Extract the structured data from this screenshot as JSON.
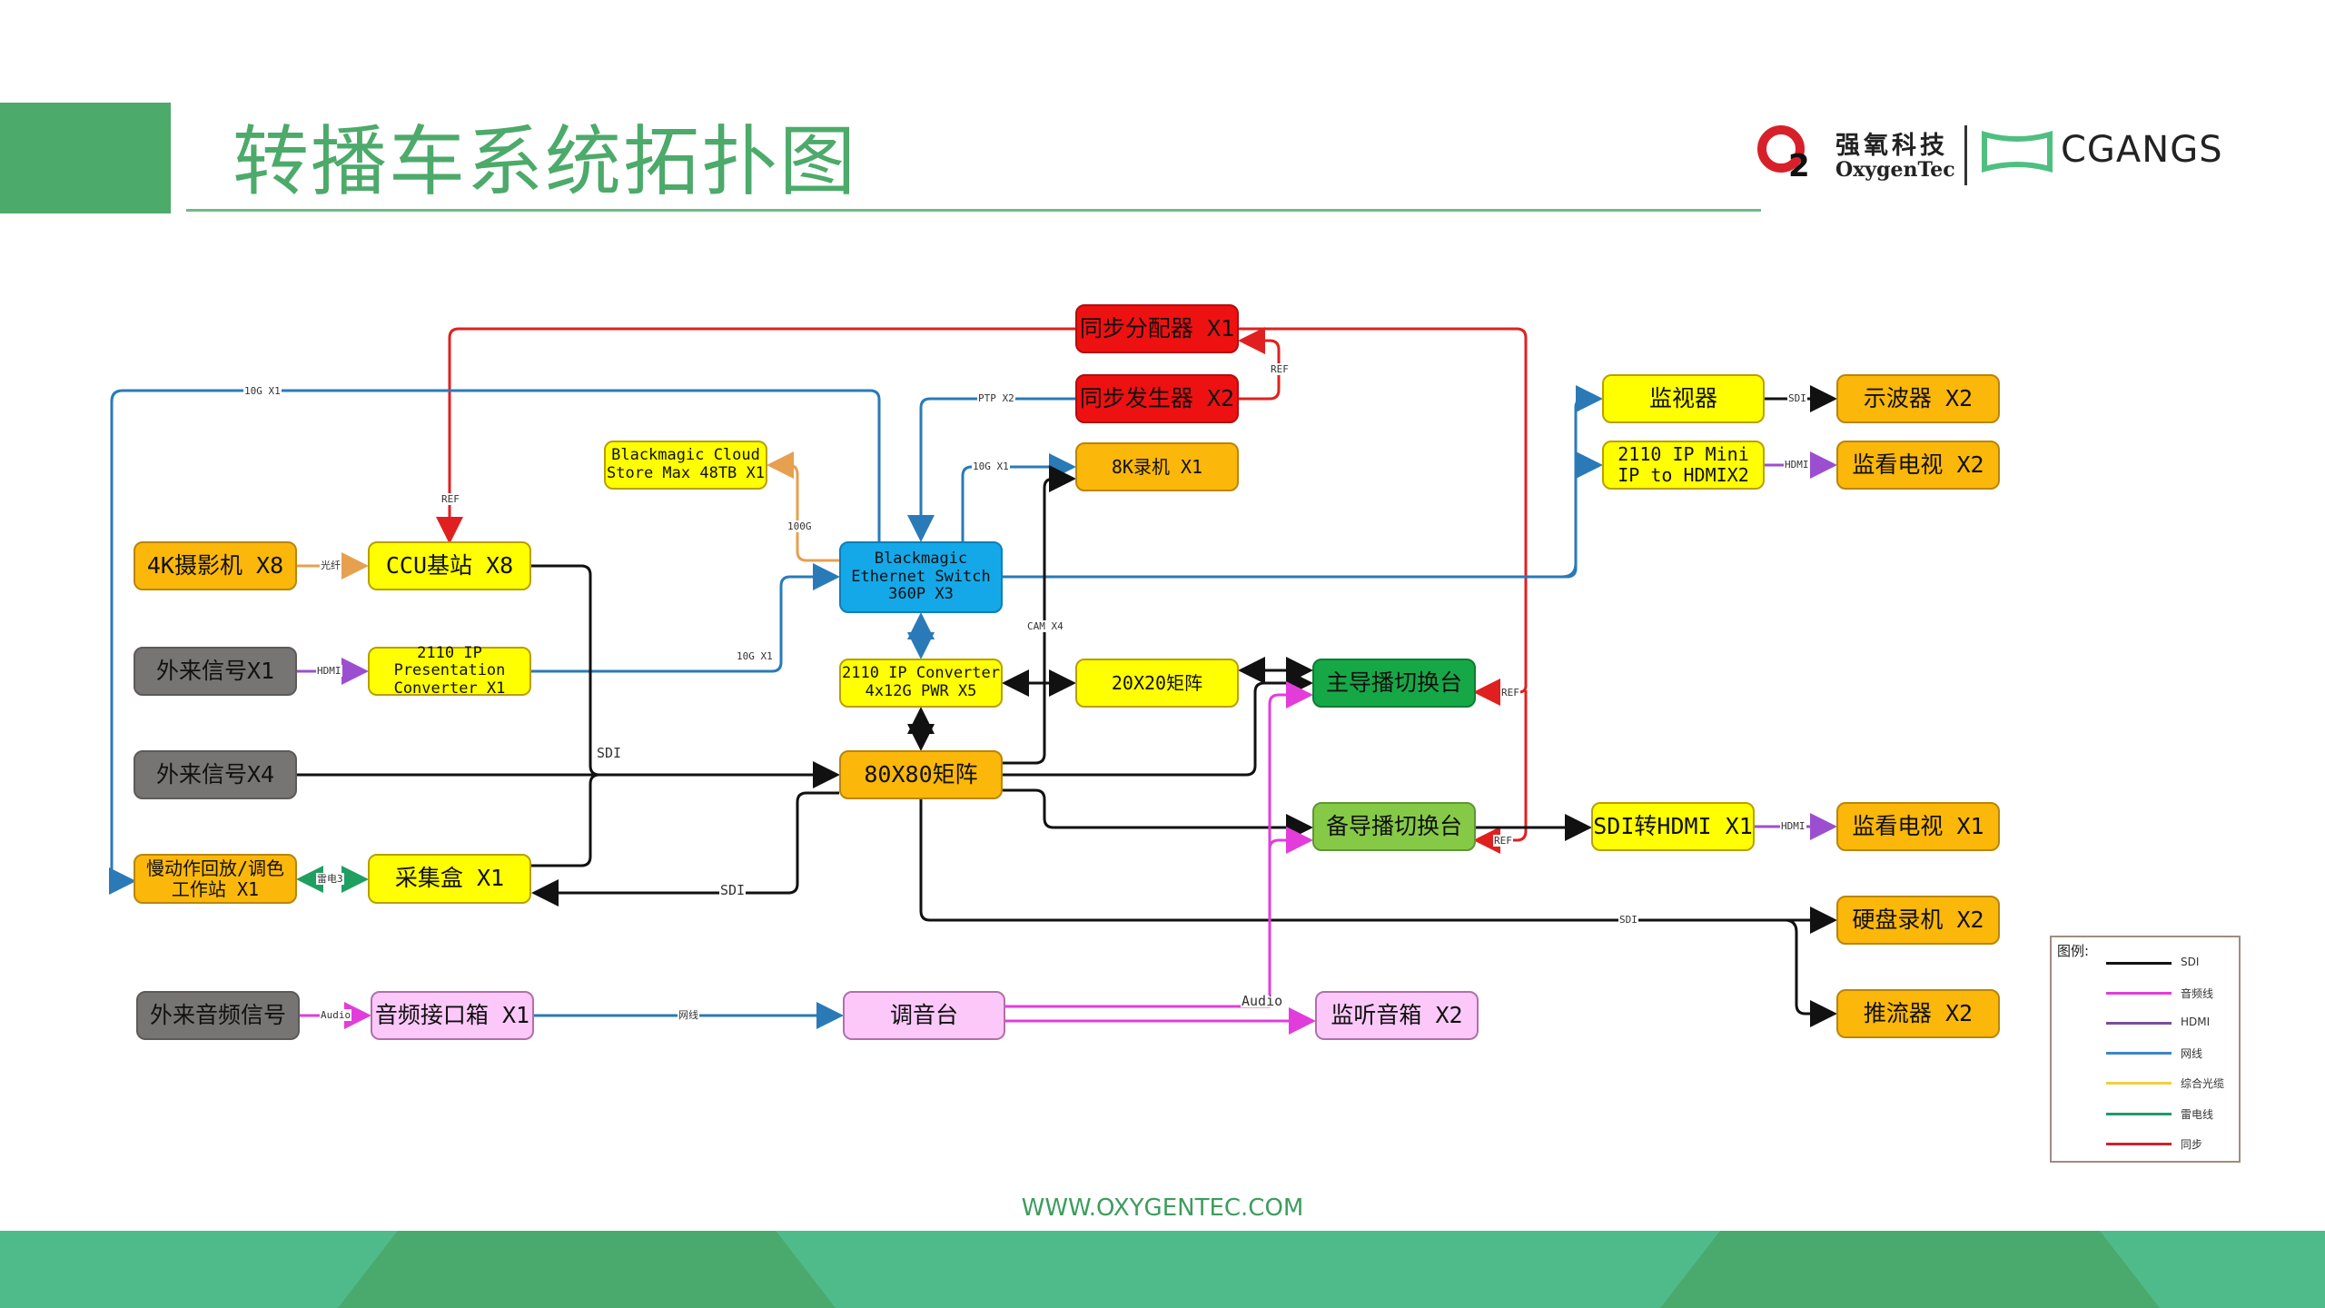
{
  "header": {
    "title": "转播车系统拓扑图",
    "logo_o2_cn": "强氧科技",
    "logo_o2_en": "OxygenTec",
    "logo_cgangs": "CGANGS"
  },
  "colors": {
    "sdi": "#111111",
    "audio": "#e23ddb",
    "hdmi": "#9b4fd0",
    "network": "#2a7ab8",
    "fiber": "#e6a050",
    "thunderbolt": "#1fa060",
    "sync": "#e02020",
    "accent_green": "#4caa6a"
  },
  "nodes": {
    "sync_dist": "同步分配器 X1",
    "sync_gen": "同步发生器 X2",
    "rec_8k": "8K录机 X1",
    "cloud_store": "Blackmagic Cloud\nStore Max 48TB X1",
    "camera_4k": "4K摄影机 X8",
    "ccu": "CCU基站 X8",
    "ext_signal_x1": "外来信号X1",
    "presentation_conv": "2110 IP Presentation\nConverter X1",
    "eth_switch": "Blackmagic\nEthernet Switch\n360P X3",
    "ip_converter": "2110 IP Converter\n4x12G PWR X5",
    "matrix_20": "20X20矩阵",
    "main_switcher": "主导播切换台",
    "ext_signal_x4": "外来信号X4",
    "matrix_80": "80X80矩阵",
    "backup_switcher": "备导播切换台",
    "slowmo_ws": "慢动作回放/调色\n工作站 X1",
    "capture_box": "采集盒 X1",
    "sdi_hdmi": "SDI转HDMI X1",
    "monitor_tv_x1": "监看电视 X1",
    "monitor": "监视器",
    "ip_mini": "2110 IP Mini\nIP to HDMIX2",
    "scope": "示波器 X2",
    "monitor_tv_x2": "监看电视 X2",
    "disk_rec": "硬盘录机 X2",
    "streamer": "推流器 X2",
    "ext_audio": "外来音频信号",
    "audio_box": "音频接口箱 X1",
    "mixer": "调音台",
    "speaker": "监听音箱 X2"
  },
  "edge_labels": {
    "ten_g_top": "10G X1",
    "ref_ccu": "REF",
    "ref_sync": "REF",
    "ptp": "PTP X2",
    "ten_g_8k": "10G X1",
    "hundred_g": "100G",
    "fiber": "光纤",
    "hdmi_in": "HDMI",
    "ten_g_pres": "10G X1",
    "cam_x4": "CAM X4",
    "sdi_ccu": "SDI",
    "sdi_capture": "SDI",
    "thunderbolt": "雷电3",
    "ref_main": "REF",
    "ref_backup": "REF",
    "sdi_monitor": "SDI",
    "hdmi_mini": "HDMI",
    "hdmi_sdi": "HDMI",
    "sdi_disk": "SDI",
    "audio_in": "Audio",
    "network": "网线",
    "audio_mixer": "Audio"
  },
  "legend": {
    "title": "图例:",
    "items": [
      {
        "label": "SDI",
        "color": "#111111"
      },
      {
        "label": "音频线",
        "color": "#e23ddb"
      },
      {
        "label": "HDMI",
        "color": "#7a4f9a"
      },
      {
        "label": "网线",
        "color": "#3d87c4"
      },
      {
        "label": "综合光缆",
        "color": "#f2cf3c"
      },
      {
        "label": "雷电线",
        "color": "#1f9a68"
      },
      {
        "label": "同步",
        "color": "#d0202f"
      }
    ]
  },
  "footer": {
    "url": "WWW.OXYGENTEC.COM"
  }
}
